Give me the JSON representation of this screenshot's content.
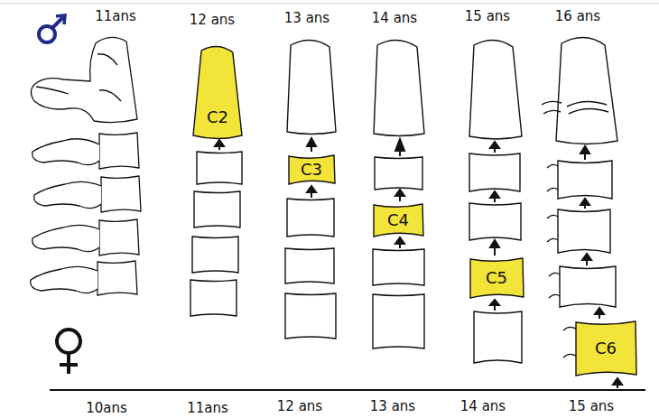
{
  "diagram": {
    "nodes": [
      {
        "text": [
          "C2"
        ]
      },
      {
        "text": [
          "C3"
        ]
      },
      {
        "text": [
          "C4"
        ]
      },
      {
        "text": [
          "C5"
        ]
      },
      {
        "text": [
          "C6"
        ]
      }
    ],
    "labels": [
      "11ans",
      "12 ans",
      "13 ans",
      "14 ans",
      "15 ans",
      "16 ans",
      "10ans",
      "11ans",
      "12 ans",
      "13 ans",
      "14 ans",
      "15 ans"
    ]
  }
}
